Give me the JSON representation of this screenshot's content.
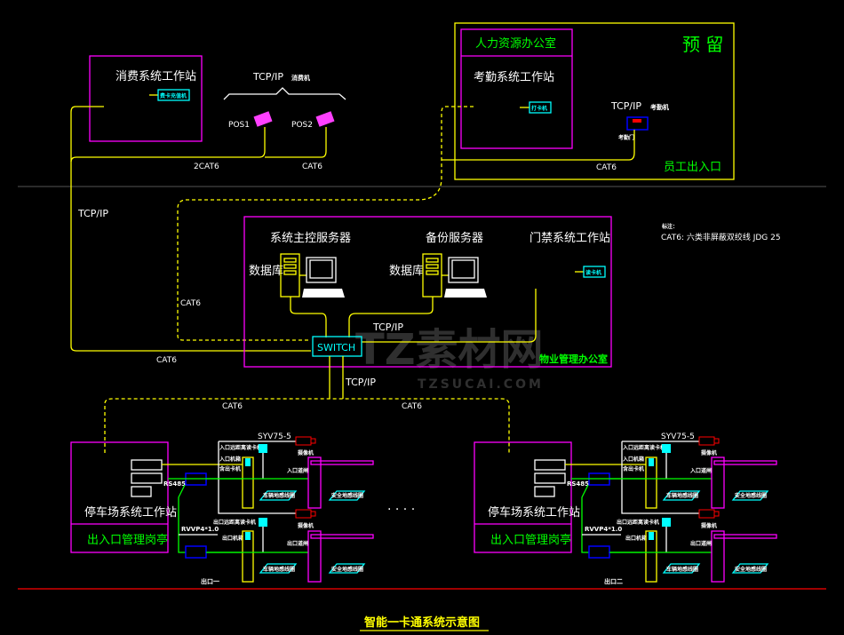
{
  "title": "智能一卡通系统示意图",
  "consumption": {
    "workstation": "消费系统工作站",
    "recharge": "费卡充值机",
    "protocol": "TCP/IP",
    "pos_label": "消费机",
    "pos1": "POS1",
    "pos2": "POS2",
    "cable1": "2CAT6",
    "cable2": "CAT6"
  },
  "hr": {
    "office": "人力资源办公室",
    "reserved": "预 留",
    "workstation": "考勤系统工作站",
    "puncher": "打卡机",
    "protocol": "TCP/IP",
    "terminal": "考勤机",
    "door": "考勤门",
    "cable": "CAT6",
    "entrance": "员工出入口"
  },
  "network": {
    "tcpip_left": "TCP/IP",
    "cat6_a": "CAT6",
    "cat6_b": "CAT6",
    "main_server": "系统主控服务器",
    "backup_server": "备份服务器",
    "access_ws": "门禁系统工作站",
    "db1": "数据库",
    "db2": "数据库",
    "reader": "读卡机",
    "switch": "SWITCH",
    "tcpip_mid": "TCP/IP",
    "tcpip_down": "TCP/IP",
    "office": "物业管理办公室",
    "cat6_left": "CAT6",
    "cat6_right": "CAT6"
  },
  "legend": {
    "heading": "标注：",
    "text": "CAT6: 六类非屏蔽双绞线 JDG 25"
  },
  "watermark": {
    "logo": "TZ素材网",
    "url": "TZSUCAI.COM"
  },
  "parking": [
    {
      "workstation": "停车场系统工作站",
      "booth": "出入口管理岗亭",
      "cable_video": "SYV75-5",
      "rs485": "RS485",
      "rvvp": "RVVP4*1.0",
      "in_reader": "入口远距离读卡机",
      "in_box": "入口机箱",
      "card_dispenser": "含出卡机",
      "camera1": "摄像机",
      "in_gate": "入口道闸",
      "loop1": "车辆地感线圈",
      "safe1": "安全地感线圈",
      "out_reader": "出口远距离读卡机",
      "out_box": "出口机箱",
      "camera2": "摄像机",
      "out_gate": "出口道闸",
      "loop2": "车辆地感线圈",
      "safe2": "安全地感线圈",
      "exit_name": "出口一"
    },
    {
      "workstation": "停车场系统工作站",
      "booth": "出入口管理岗亭",
      "cable_video": "SYV75-5",
      "rs485": "RS485",
      "rvvp": "RVVP4*1.0",
      "in_reader": "入口远距离读卡机",
      "in_box": "入口机箱",
      "card_dispenser": "含出卡机",
      "camera1": "摄像机",
      "in_gate": "入口道闸",
      "loop1": "车辆地感线圈",
      "safe1": "安全地感线圈",
      "out_reader": "出口远距离读卡机",
      "out_box": "出口机箱",
      "camera2": "摄像机",
      "out_gate": "出口道闸",
      "loop2": "车辆地感线圈",
      "safe2": "安全地感线圈",
      "exit_name": "出口二"
    }
  ],
  "ellipsis": "· · · ·",
  "colors": {
    "background": "#000000",
    "cable": "#ffff00",
    "room": "#ff00ff",
    "device": "#00ffff",
    "label_green": "#00ff00"
  }
}
